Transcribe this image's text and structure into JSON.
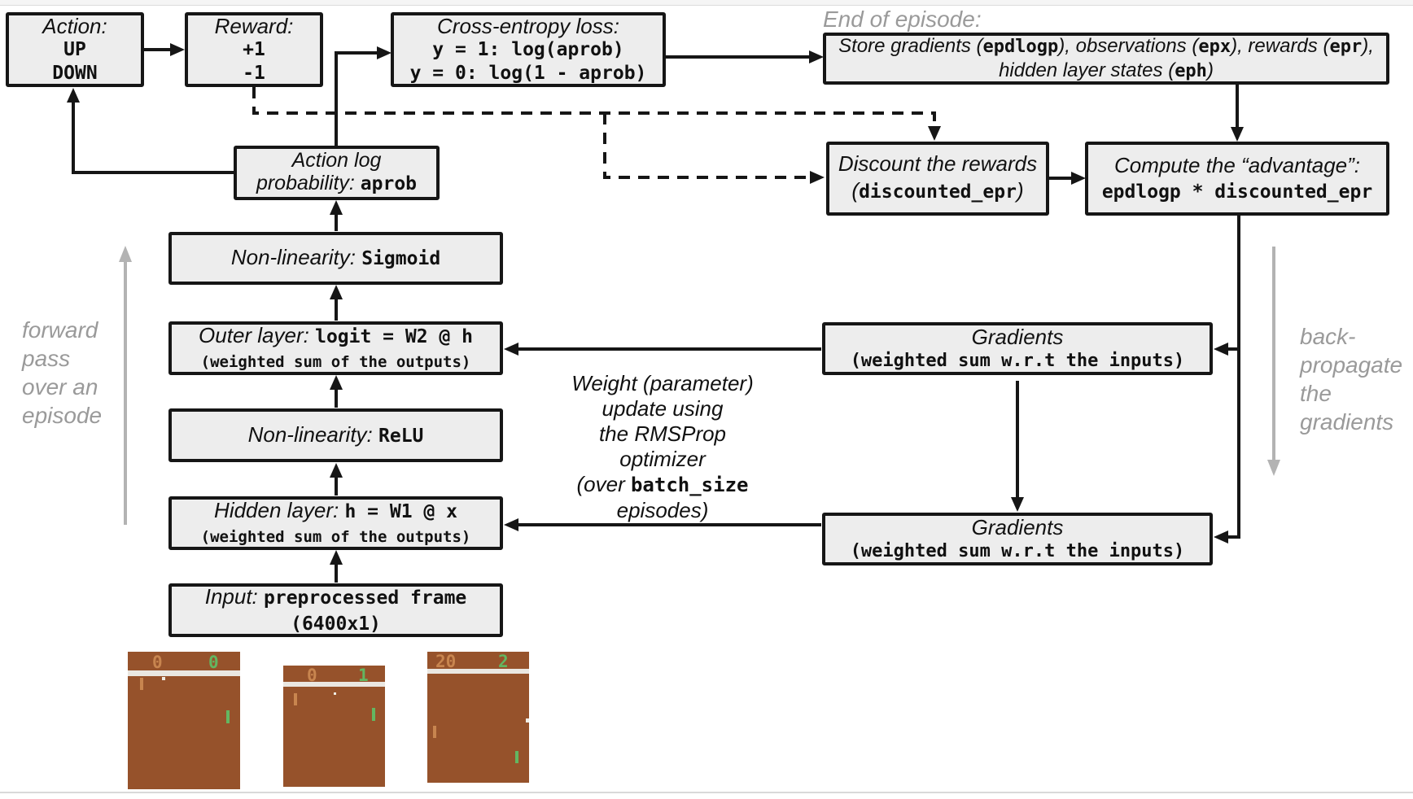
{
  "labels": {
    "end_of_episode": "End of episode:",
    "forward_pass_lines": [
      "forward",
      "pass",
      "over an",
      "episode"
    ],
    "backprop_lines": [
      "back-",
      "propagate",
      "the",
      "gradients"
    ],
    "weight_update": {
      "l1": "Weight (parameter)",
      "l2": "update using",
      "l3": "the RMSProp",
      "l4": "optimizer",
      "l5_italic": "(over ",
      "l5_mono": "batch_size",
      "l6": "episodes)"
    }
  },
  "boxes": {
    "action": {
      "title": "Action:",
      "opt1": "UP",
      "opt2": "DOWN"
    },
    "reward": {
      "title": "Reward:",
      "pos": "+1",
      "neg": "-1"
    },
    "cross_entropy": {
      "title": "Cross-entropy loss:",
      "line1": "y = 1: log(aprob)",
      "line2": "y = 0: log(1 - aprob)"
    },
    "store": {
      "l1p1": "Store gradients (",
      "l1m1": "epdlogp",
      "l1p2": "), observations (",
      "l1m2": "epx",
      "l1p3": "), rewards (",
      "l1m3": "epr",
      "l1p4": "),",
      "l2p1": "hidden layer states (",
      "l2m1": "eph",
      "l2p2": ")"
    },
    "aprob": {
      "line1": "Action log",
      "line2_italic": "probability: ",
      "line2_mono": "aprob"
    },
    "discount": {
      "line1": "Discount the rewards",
      "l2p1": "(",
      "l2m": "discounted_epr",
      "l2p2": ")"
    },
    "advantage": {
      "line1": "Compute the “advantage”:",
      "line2": "epdlogp * discounted_epr"
    },
    "sigmoid": {
      "italic": "Non-linearity: ",
      "mono": "Sigmoid"
    },
    "outer": {
      "italic": "Outer layer: ",
      "mono": "logit = W2 @ h",
      "sub": "(weighted sum of the outputs)"
    },
    "relu": {
      "italic": "Non-linearity: ",
      "mono": "ReLU"
    },
    "hidden": {
      "italic": "Hidden layer: ",
      "mono": "h = W1 @ x",
      "sub": "(weighted sum of the outputs)"
    },
    "input": {
      "italic": "Input: ",
      "mono": "preprocessed frame",
      "sub": "(6400x1)"
    },
    "grad_outer": {
      "line1": "Gradients",
      "line2": "(weighted sum w.r.t the inputs)"
    },
    "grad_hidden": {
      "line1": "Gradients",
      "line2": "(weighted sum w.r.t the inputs)"
    }
  },
  "colors": {
    "box_fill": "#ededed",
    "box_border": "#161616",
    "gray_annotation": "#9a9a9a",
    "gray_arrow": "#b3b3b3",
    "pong_field": "#96522b",
    "pong_separator": "#eae7e1",
    "pong_left_player": "#c8854f",
    "pong_right_player": "#63b661",
    "pong_ball": "#efece4"
  },
  "pong": {
    "frames": [
      {
        "left_score": "0",
        "right_score": "0"
      },
      {
        "left_score": "0",
        "right_score": "1"
      },
      {
        "left_score": "20",
        "right_score": "2"
      }
    ]
  }
}
